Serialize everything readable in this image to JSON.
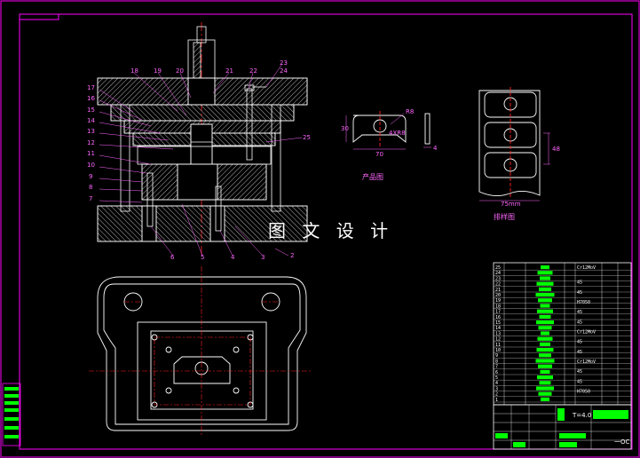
{
  "drawing": {
    "watermark": "图 文 设 计",
    "product_label": "产品图",
    "layout_label": "排样图",
    "thickness_label": "T=4.0",
    "product_dims": [
      "R8",
      "30",
      "4XR8",
      "70",
      "4"
    ],
    "layout_dims": [
      "75mm",
      "48"
    ],
    "corner_mark": "一OC",
    "callouts_left": [
      "17",
      "16",
      "15",
      "14",
      "13",
      "12",
      "11",
      "10",
      "9",
      "8",
      "7"
    ],
    "callouts_top": [
      "18",
      "19",
      "20",
      "21",
      "22",
      "23",
      "24"
    ],
    "callouts_right": [
      "25"
    ],
    "callouts_bottom": [
      "6",
      "5",
      "4",
      "3",
      "2"
    ],
    "bom_rows": [
      "25",
      "24",
      "23",
      "22",
      "21",
      "20",
      "19",
      "18",
      "17",
      "16",
      "15",
      "14",
      "13",
      "12",
      "11",
      "10",
      "9",
      "8",
      "7",
      "6",
      "5",
      "4",
      "3",
      "2",
      "1"
    ],
    "bom_materials": [
      "Cr12MoV",
      "45",
      "45",
      "H7050",
      "45",
      "45",
      "Cr12MoV",
      "45",
      "45",
      "Cr12MoV",
      "45",
      "45",
      "H7050"
    ]
  },
  "colors": {
    "background": "#000000",
    "outline": "#ffffff",
    "frame": "#ff00ff",
    "center_line": "#ff2020",
    "hatch": "#ffffff",
    "bom_fill": "#00ff00",
    "label": "#ff66ff"
  }
}
